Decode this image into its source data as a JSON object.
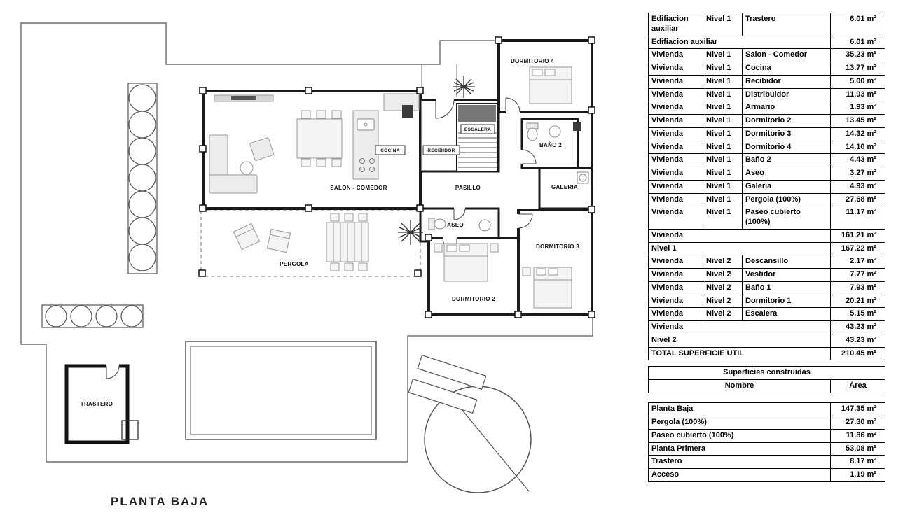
{
  "plan": {
    "title": "PLANTA BAJA",
    "labels": {
      "dormitorio4": "DORMITORIO 4",
      "escalera": "ESCALERA",
      "bano2": "BAÑO 2",
      "cocina": "COCINA",
      "recibidor": "RECIBIDOR",
      "salon": "SALON - COMEDOR",
      "pasillo": "PASILLO",
      "galeria": "GALERIA",
      "aseo": "ASEO",
      "dormitorio3": "DORMITORIO 3",
      "dormitorio2": "DORMITORIO 2",
      "pergola": "PERGOLA",
      "trastero": "TRASTERO"
    }
  },
  "area_table": {
    "rows": [
      {
        "type": "detail",
        "c1": "Edifiacion auxiliar",
        "c2": "Nivel 1",
        "c3": "Trastero",
        "area": "6.01 m²"
      },
      {
        "type": "subtotal",
        "c1": "Edifiacion auxiliar",
        "area": "6.01 m²"
      },
      {
        "type": "detail",
        "c1": "Vivienda",
        "c2": "Nivel 1",
        "c3": "Salon - Comedor",
        "area": "35.23 m²"
      },
      {
        "type": "detail",
        "c1": "Vivienda",
        "c2": "Nivel 1",
        "c3": "Cocina",
        "area": "13.77 m²"
      },
      {
        "type": "detail",
        "c1": "Vivienda",
        "c2": "Nivel 1",
        "c3": "Recibidor",
        "area": "5.00 m²"
      },
      {
        "type": "detail",
        "c1": "Vivienda",
        "c2": "Nivel 1",
        "c3": "Distribuidor",
        "area": "11.93 m²"
      },
      {
        "type": "detail",
        "c1": "Vivienda",
        "c2": "Nivel 1",
        "c3": "Armario",
        "area": "1.93 m²"
      },
      {
        "type": "detail",
        "c1": "Vivienda",
        "c2": "Nivel 1",
        "c3": "Dormitorio 2",
        "area": "13.45 m²"
      },
      {
        "type": "detail",
        "c1": "Vivienda",
        "c2": "Nivel 1",
        "c3": "Dormitorio 3",
        "area": "14.32 m²"
      },
      {
        "type": "detail",
        "c1": "Vivienda",
        "c2": "Nivel 1",
        "c3": "Dormitorio 4",
        "area": "14.10 m²"
      },
      {
        "type": "detail",
        "c1": "Vivienda",
        "c2": "Nivel 1",
        "c3": "Baño 2",
        "area": "4.43 m²"
      },
      {
        "type": "detail",
        "c1": "Vivienda",
        "c2": "Nivel 1",
        "c3": "Aseo",
        "area": "3.27 m²"
      },
      {
        "type": "detail",
        "c1": "Vivienda",
        "c2": "Nivel 1",
        "c3": "Galeria",
        "area": "4.93 m²"
      },
      {
        "type": "detail",
        "c1": "Vivienda",
        "c2": "Nivel 1",
        "c3": "Pergola (100%)",
        "area": "27.68 m²"
      },
      {
        "type": "detail",
        "c1": "Vivienda",
        "c2": "Nivel 1",
        "c3": "Paseo cubierto (100%)",
        "area": "11.17 m²"
      },
      {
        "type": "subtotal",
        "c1": "Vivienda",
        "area": "161.21 m²"
      },
      {
        "type": "subtotal",
        "c1": "Nivel 1",
        "area": "167.22 m²"
      },
      {
        "type": "detail",
        "c1": "Vivienda",
        "c2": "Nivel 2",
        "c3": "Descansillo",
        "area": "2.17 m²"
      },
      {
        "type": "detail",
        "c1": "Vivienda",
        "c2": "Nivel 2",
        "c3": "Vestidor",
        "area": "7.77 m²"
      },
      {
        "type": "detail",
        "c1": "Vivienda",
        "c2": "Nivel 2",
        "c3": "Baño 1",
        "area": "7.93 m²"
      },
      {
        "type": "detail",
        "c1": "Vivienda",
        "c2": "Nivel 2",
        "c3": "Dormitorio 1",
        "area": "20.21 m²"
      },
      {
        "type": "detail",
        "c1": "Vivienda",
        "c2": "Nivel 2",
        "c3": "Escalera",
        "area": "5.15 m²"
      },
      {
        "type": "subtotal",
        "c1": "Vivienda",
        "area": "43.23 m²"
      },
      {
        "type": "subtotal",
        "c1": "Nivel 2",
        "area": "43.23 m²"
      },
      {
        "type": "total",
        "c1": "TOTAL SUPERFICIE UTIL",
        "area": "210.45 m²"
      }
    ]
  },
  "built_table": {
    "title": "Superficies construidas",
    "col_name": "Nombre",
    "col_area": "Área",
    "rows": [
      {
        "name": "Planta Baja",
        "area": "147.35 m²"
      },
      {
        "name": "Pergola (100%)",
        "area": "27.30 m²"
      },
      {
        "name": "Paseo cubierto (100%)",
        "area": "11.86 m²"
      },
      {
        "name": "Planta Primera",
        "area": "53.08 m²"
      },
      {
        "name": "Trastero",
        "area": "8.17 m²"
      },
      {
        "name": "Acceso",
        "area": "1.19 m²"
      }
    ]
  }
}
